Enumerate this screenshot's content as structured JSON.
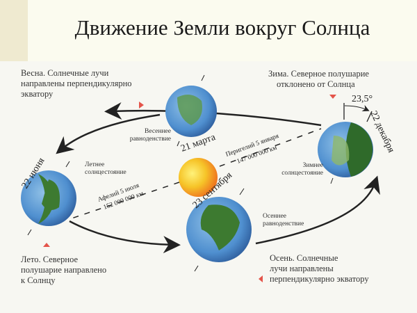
{
  "title": "Движение Земли вокруг Солнца",
  "seasons": {
    "spring": {
      "text_lines": [
        "Весна. Солнечные лучи",
        "направлены перпендикулярно",
        "экватору"
      ],
      "event_lines": [
        "Весеннее",
        "равноденствие"
      ],
      "date": "21 марта"
    },
    "summer": {
      "text_lines": [
        "Лето. Северное",
        "полушарие направлено",
        "к Солнцу"
      ],
      "event_lines": [
        "Летнее",
        "солнцестояние"
      ],
      "date": "22 июня"
    },
    "autumn": {
      "text_lines": [
        "Осень. Солнечные",
        "лучи направлены",
        "перпендикулярно экватору"
      ],
      "event_lines": [
        "Осеннее",
        "равноденствие"
      ],
      "date": "23 сентября"
    },
    "winter": {
      "text_lines": [
        "Зима. Северное полушарие",
        "отклонено от Солнца"
      ],
      "event_lines": [
        "Зимнее",
        "солнцестояние"
      ],
      "date": "22 декабря",
      "tilt": "23,5°"
    }
  },
  "perihelion": {
    "line1": "Перигелий 5 января",
    "line2": "147 000 000 км"
  },
  "aphelion": {
    "line1": "Афелий 5 июля",
    "line2": "152 000 000 км"
  },
  "colors": {
    "marker": "#e4544a",
    "ocean": "#4f8fcf",
    "land": "#4f8a3c",
    "sun": "#f6b21e"
  }
}
